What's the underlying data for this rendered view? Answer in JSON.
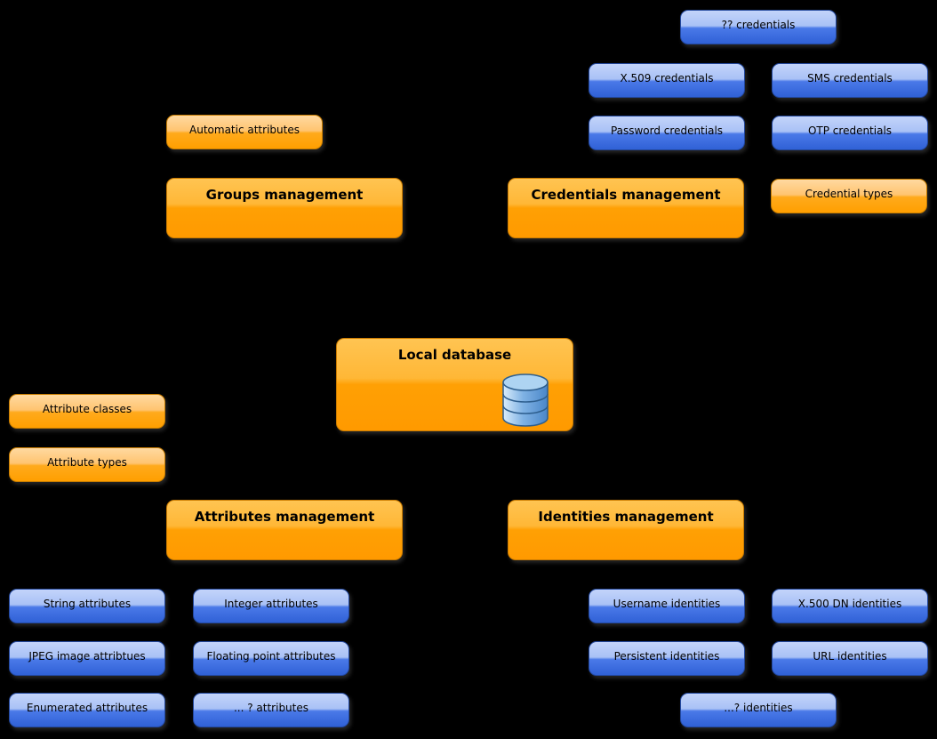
{
  "colors": {
    "background": "#000000",
    "blue_node_top": "#c3d4fa",
    "blue_node_bottom": "#3061d6",
    "orange_node_top": "#ffd9a0",
    "orange_node_bottom": "#ff9f00",
    "node_text": "#000000"
  },
  "nodes": {
    "qq_credentials": {
      "label": "?? credentials"
    },
    "x509_credentials": {
      "label": "X.509 credentials"
    },
    "sms_credentials": {
      "label": "SMS credentials"
    },
    "password_credentials": {
      "label": "Password credentials"
    },
    "otp_credentials": {
      "label": "OTP credentials"
    },
    "automatic_attributes": {
      "label": "Automatic attributes"
    },
    "groups_management": {
      "label": "Groups management"
    },
    "credentials_management": {
      "label": "Credentials management"
    },
    "credential_types": {
      "label": "Credential types"
    },
    "local_database": {
      "label": "Local database"
    },
    "attribute_classes": {
      "label": "Attribute classes"
    },
    "attribute_types": {
      "label": "Attribute types"
    },
    "attributes_management": {
      "label": "Attributes management"
    },
    "identities_management": {
      "label": "Identities management"
    },
    "string_attributes": {
      "label": "String attributes"
    },
    "integer_attributes": {
      "label": "Integer attributes"
    },
    "username_identities": {
      "label": "Username identities"
    },
    "x500_dn_identities": {
      "label": "X.500 DN identities"
    },
    "jpeg_image_attributes": {
      "label": "JPEG image attribtues"
    },
    "floating_point_attributes": {
      "label": "Floating point attributes"
    },
    "persistent_identities": {
      "label": "Persistent identities"
    },
    "url_identities": {
      "label": "URL identities"
    },
    "enumerated_attributes": {
      "label": "Enumerated attributes"
    },
    "ellipsis_attributes": {
      "label": "... ? attributes"
    },
    "ellipsis_identities": {
      "label": "...? identities"
    }
  },
  "icons": {
    "database": "database-cylinder-icon"
  }
}
